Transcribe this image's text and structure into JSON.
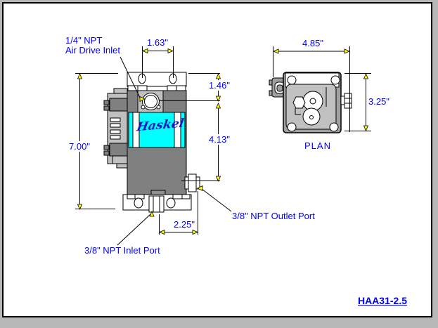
{
  "page": {
    "model_link": "HAA31-2.5"
  },
  "front_view": {
    "logo": "Haskel",
    "labels": {
      "air_drive_inlet_line1": "1/4\" NPT",
      "air_drive_inlet_line2": "Air Drive Inlet",
      "outlet_port": "3/8\" NPT Outlet Port",
      "inlet_port": "3/8\" NPT Inlet Port"
    },
    "dimensions": {
      "bolt_spacing": "1.63\"",
      "top_to_air_inlet": "1.46\"",
      "air_inlet_to_outlet": "4.13\"",
      "overall_height": "7.00\"",
      "inlet_to_outlet_offset": "2.25\""
    }
  },
  "plan_view": {
    "label": "PLAN",
    "dimensions": {
      "width": "4.85\"",
      "depth": "3.25\""
    }
  },
  "colors": {
    "annotation_blue": "#0000ff",
    "barrel_cyan": "#00ffff",
    "body_gray": "#808080",
    "light_gray": "#c0c0c0",
    "plan_rim_gray": "#a0a0a0",
    "arrow_yellow": "#ffff00",
    "logo_blue": "#1818c8"
  }
}
